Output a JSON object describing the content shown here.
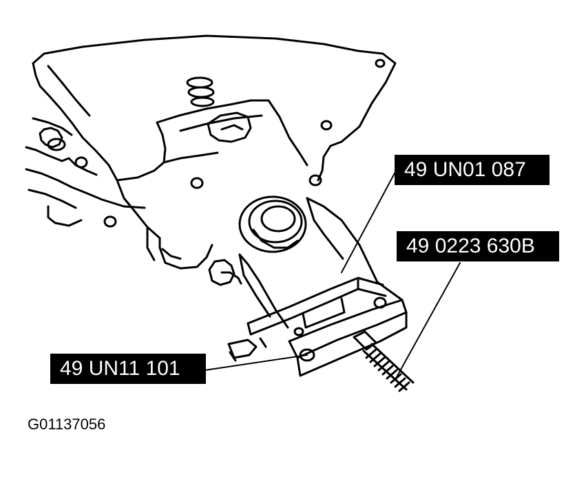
{
  "callouts": {
    "a": "49 UN01 087",
    "b": "49 0223 630B",
    "c": "49 UN11 101"
  },
  "figure_code": "G01137056",
  "colors": {
    "ink": "#000000",
    "paper": "#ffffff",
    "label_bg": "#000000",
    "label_text": "#ffffff"
  }
}
